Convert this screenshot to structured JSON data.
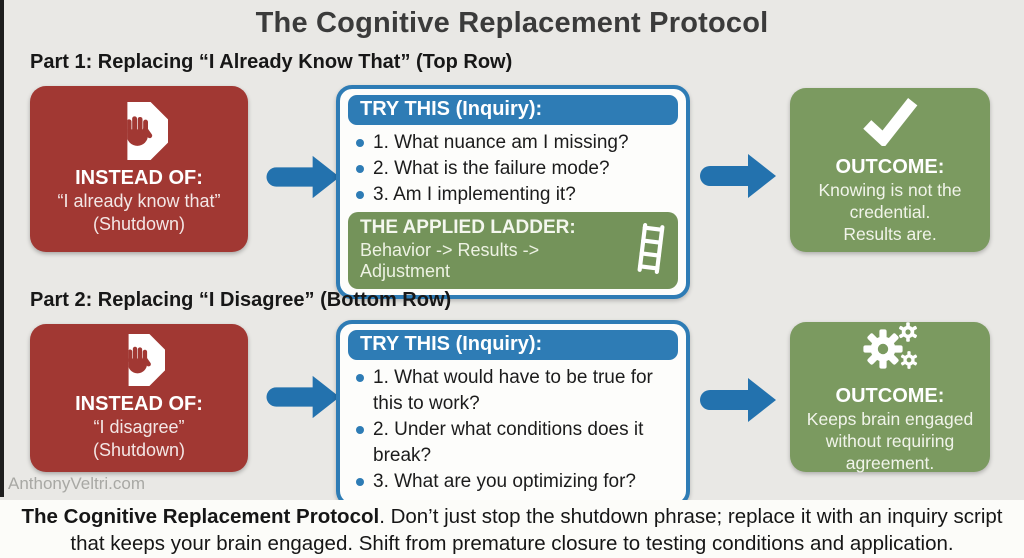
{
  "title": "The Cognitive Replacement Protocol",
  "watermark": "AnthonyVeltri.com",
  "colors": {
    "background": "#e9e8e5",
    "red_box": "#a13833",
    "blue_accent": "#2e7cb5",
    "arrow_blue": "#2372ae",
    "green_panel": "#74935a",
    "green_box": "#7b9a60",
    "caption_band": "#fcfcf9"
  },
  "rows": [
    {
      "heading": "Part 1: Replacing “I Already Know That” (Top Row)",
      "instead": {
        "icon": "stop-hand-icon",
        "label": "INSTEAD OF:",
        "phrase": "“I already know that”",
        "tag": "(Shutdown)"
      },
      "try": {
        "header": "TRY THIS (Inquiry):",
        "items": [
          "1. What nuance am I missing?",
          "2. What is the failure mode?",
          "3. Am I implementing it?"
        ]
      },
      "ladder": {
        "icon": "ladder-icon",
        "title": "THE APPLIED LADDER:",
        "subtitle": "Behavior -> Results -> Adjustment"
      },
      "outcome": {
        "icon": "checkmark-icon",
        "label": "OUTCOME:",
        "lines": [
          "Knowing is not the",
          "credential.",
          "Results are."
        ]
      }
    },
    {
      "heading": "Part 2: Replacing “I Disagree” (Bottom Row)",
      "instead": {
        "icon": "stop-hand-icon",
        "label": "INSTEAD OF:",
        "phrase": "“I disagree”",
        "tag": "(Shutdown)"
      },
      "try": {
        "header": "TRY THIS (Inquiry):",
        "items": [
          "1. What would have to be true for this to work?",
          "2. Under what conditions does it break?",
          "3. What are you optimizing for?"
        ]
      },
      "outcome": {
        "icon": "gears-icon",
        "label": "OUTCOME:",
        "lines": [
          "Keeps brain engaged",
          "without requiring",
          "agreement."
        ]
      }
    }
  ],
  "caption": {
    "bold": "The Cognitive Replacement Protocol",
    "rest": ". Don’t just stop the shutdown phrase; replace it with an inquiry script that keeps your brain engaged. Shift from premature closure to testing conditions and application."
  }
}
